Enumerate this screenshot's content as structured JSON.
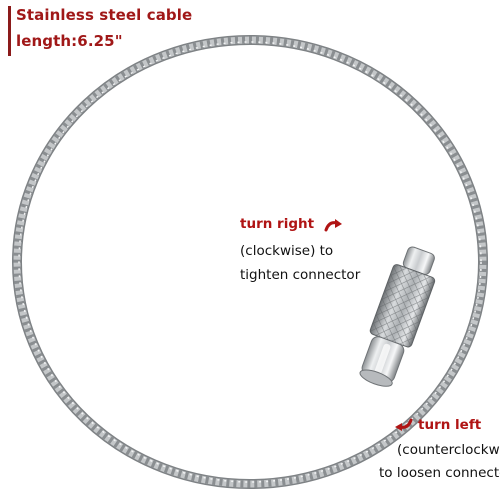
{
  "spec": {
    "line1": "Stainless steel cable",
    "line2": "length:6.25\""
  },
  "tighten": {
    "heading": "turn right",
    "line2": "(clockwise) to",
    "line3": "tighten connector",
    "arrow_icon": "clockwise-arrow-icon"
  },
  "loosen": {
    "heading": "turn left",
    "line2": "(counterclockwise)",
    "line3": "to loosen connector",
    "arrow_icon": "counterclockwise-arrow-icon"
  },
  "colors": {
    "accent_red": "#b01414",
    "cable_silver": "#a9acae",
    "text": "#111111"
  }
}
